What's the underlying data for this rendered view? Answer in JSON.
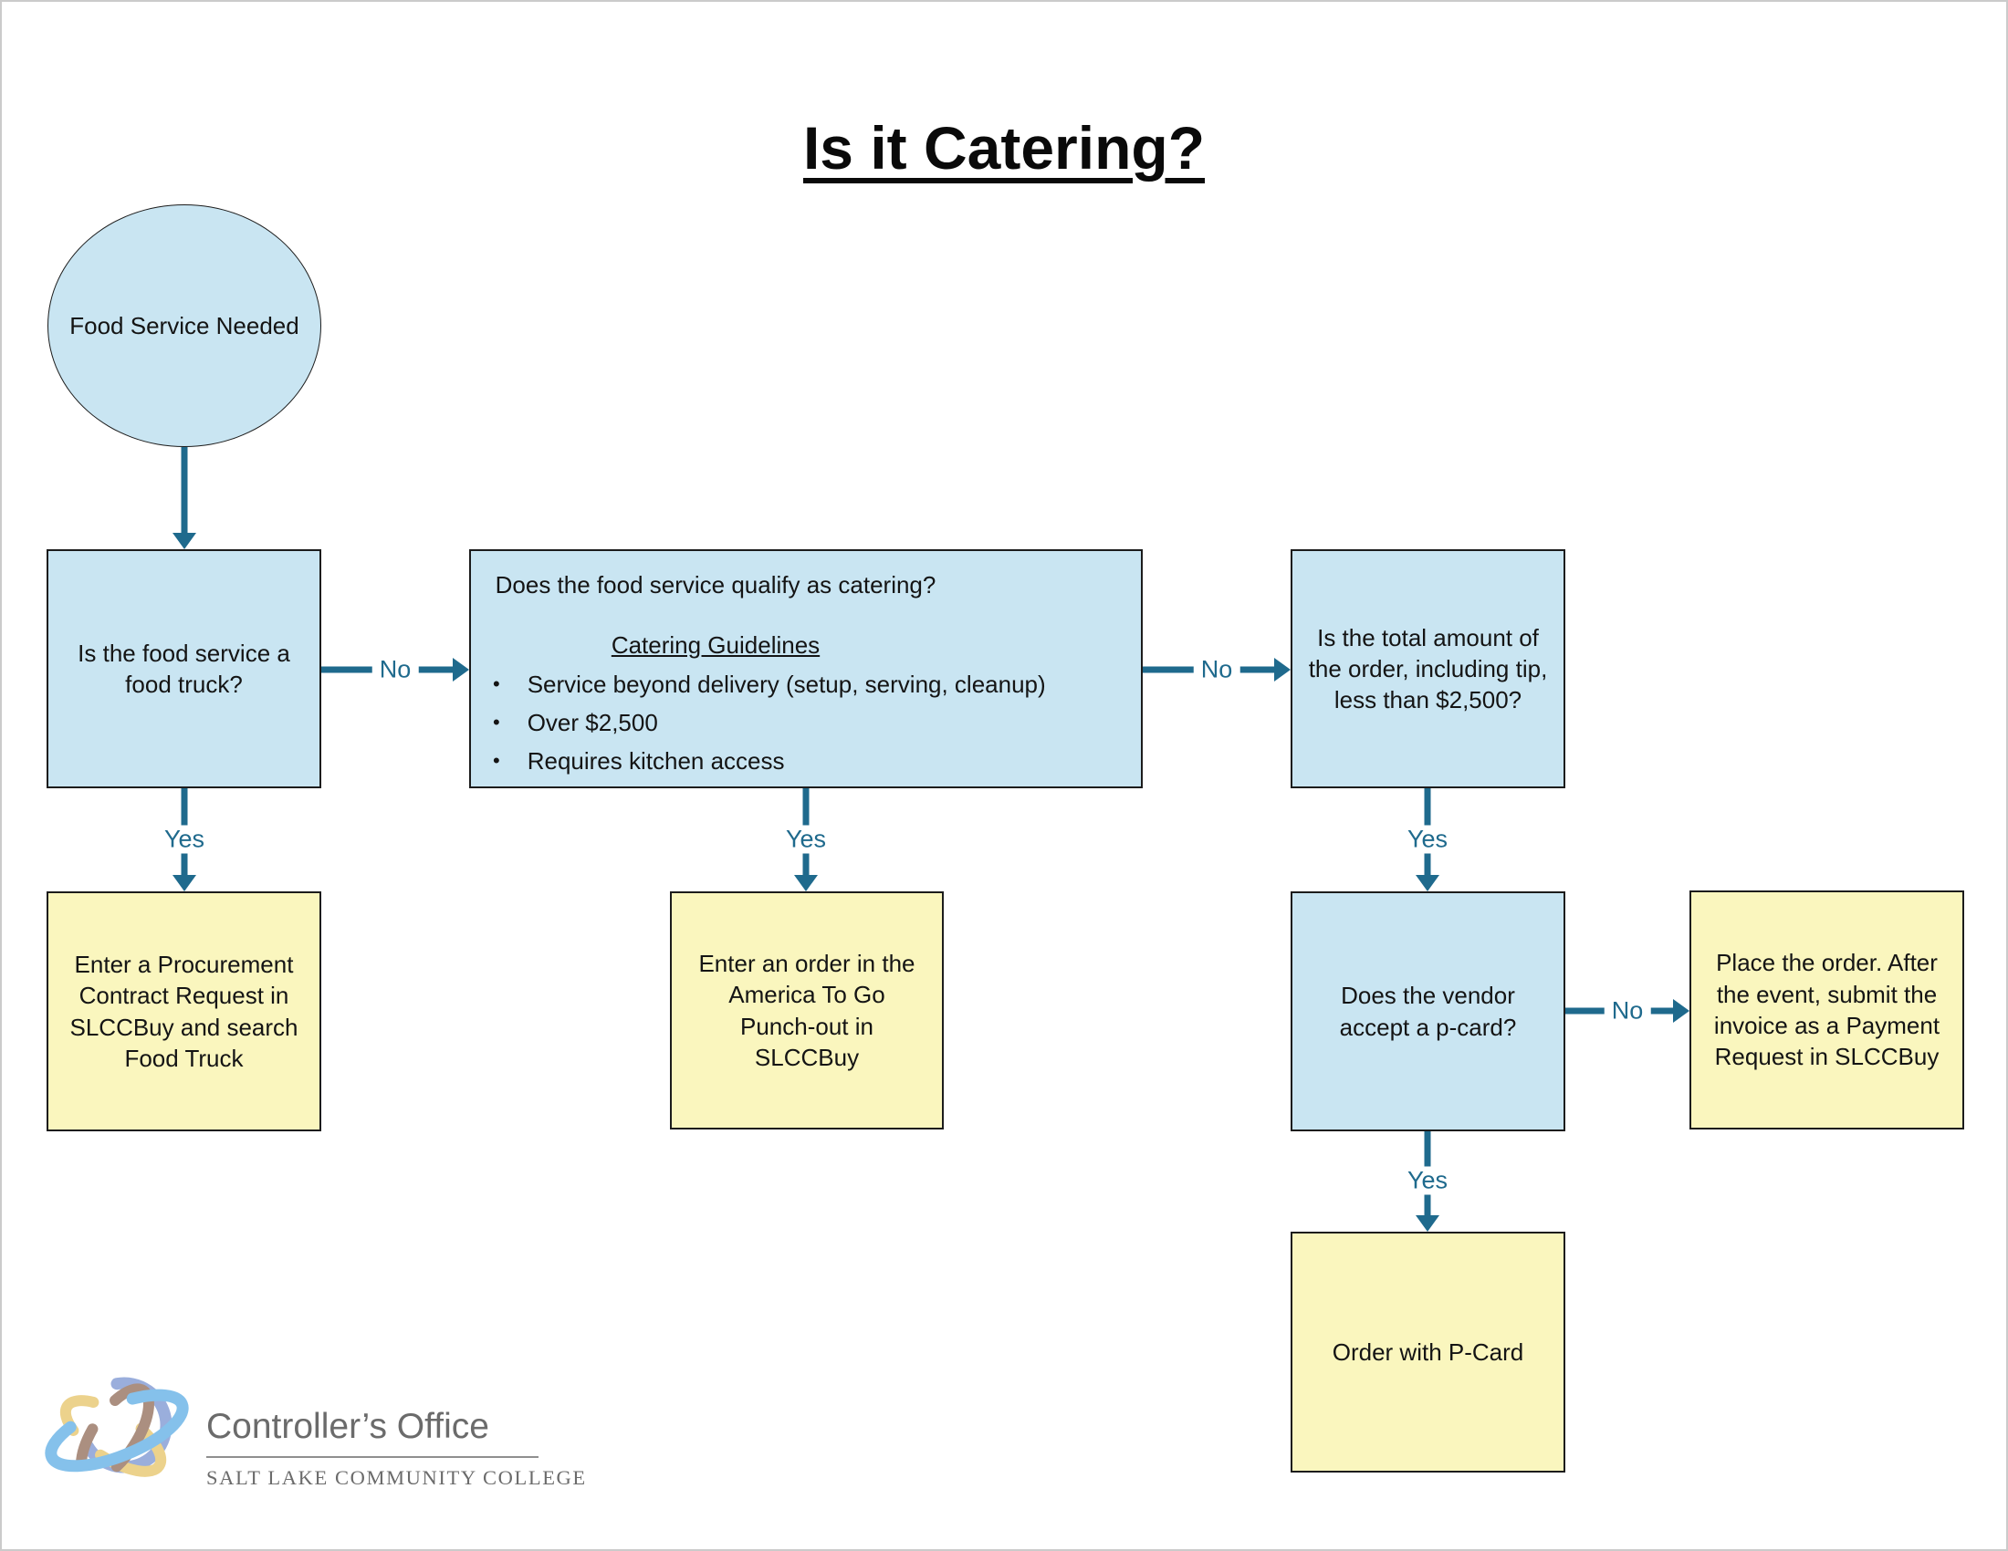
{
  "page": {
    "title": "Is it Catering?"
  },
  "colors": {
    "arrow": "#1F6A8D",
    "node_blue": "#C9E5F2",
    "node_yellow": "#FAF6BE",
    "footer_gray": "#6B6B6B"
  },
  "nodes": {
    "start": {
      "label": "Food Service Needed"
    },
    "food_truck": {
      "label": "Is the food service a food truck?"
    },
    "qualify": {
      "title": "Does the food service qualify as catering?",
      "subtitle": "Catering Guidelines",
      "bullets": [
        "Service beyond delivery (setup, serving, cleanup)",
        "Over $2,500",
        "Requires kitchen access"
      ]
    },
    "total_amount": {
      "label": "Is the total amount of the order, including tip, less than $2,500?"
    },
    "procurement": {
      "label": "Enter a Procurement Contract Request in SLCCBuy and search Food Truck"
    },
    "america_to_go": {
      "label": "Enter an order in the America To Go Punch-out in SLCCBuy"
    },
    "vendor_pcard": {
      "label": "Does the vendor accept a p-card?"
    },
    "place_order": {
      "label": "Place the order. After the event, submit the invoice as a Payment Request in SLCCBuy"
    },
    "order_pcard": {
      "label": "Order with P-Card"
    }
  },
  "edges": {
    "food_truck_no": "No",
    "food_truck_yes": "Yes",
    "qualify_no": "No",
    "qualify_yes": "Yes",
    "total_amount_yes": "Yes",
    "vendor_no": "No",
    "vendor_yes": "Yes"
  },
  "footer": {
    "office": "Controller’s Office",
    "college": "SALT LAKE COMMUNITY COLLEGE"
  }
}
